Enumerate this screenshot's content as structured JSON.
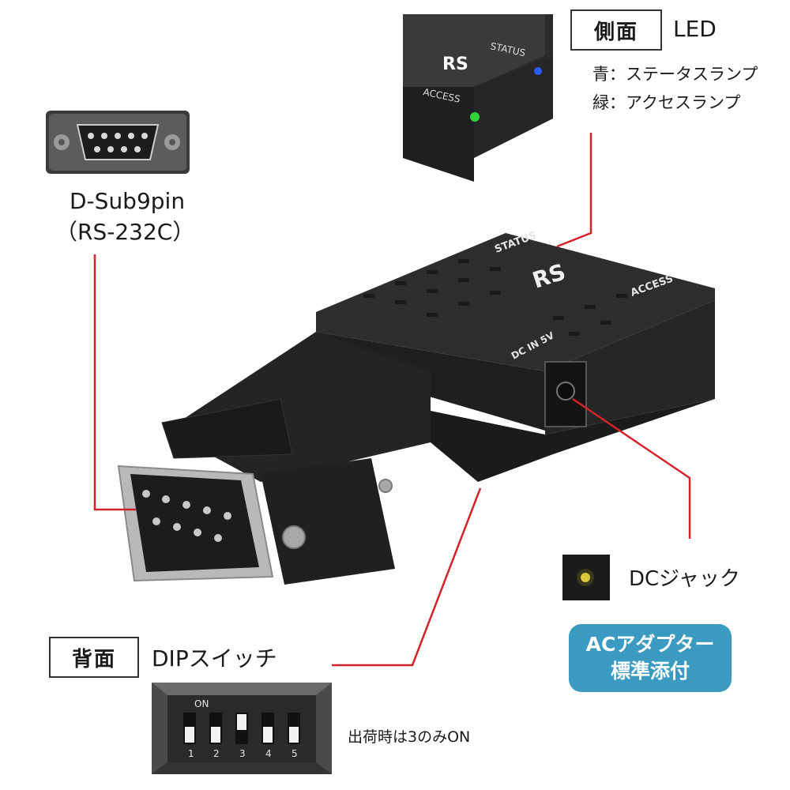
{
  "side_tag": "側面",
  "led": {
    "title": "LED",
    "line1": "青：ステータスランプ",
    "line2": "緑：アクセスランプ"
  },
  "dsub": {
    "line1": "D-Sub9pin",
    "line2": "（RS-232C）"
  },
  "device": {
    "status_print": "STATUS",
    "access_print": "ACCESS",
    "dc_print": "DC IN 5V"
  },
  "dc_jack": {
    "title": "DCジャック"
  },
  "ac_adapter": {
    "line1": "ACアダプター",
    "line2": "標準添付"
  },
  "back_tag": "背面",
  "dip": {
    "title": "DIPスイッチ",
    "on_label": "ON",
    "numbers": [
      "1",
      "2",
      "3",
      "4",
      "5"
    ],
    "note": "出荷時は3のみON",
    "states": [
      false,
      false,
      true,
      false,
      false
    ]
  },
  "colors": {
    "callout_line": "#d2232a",
    "badge": "#3a9ac2",
    "led_blue": "#2a5cff",
    "led_green": "#35d13a"
  }
}
